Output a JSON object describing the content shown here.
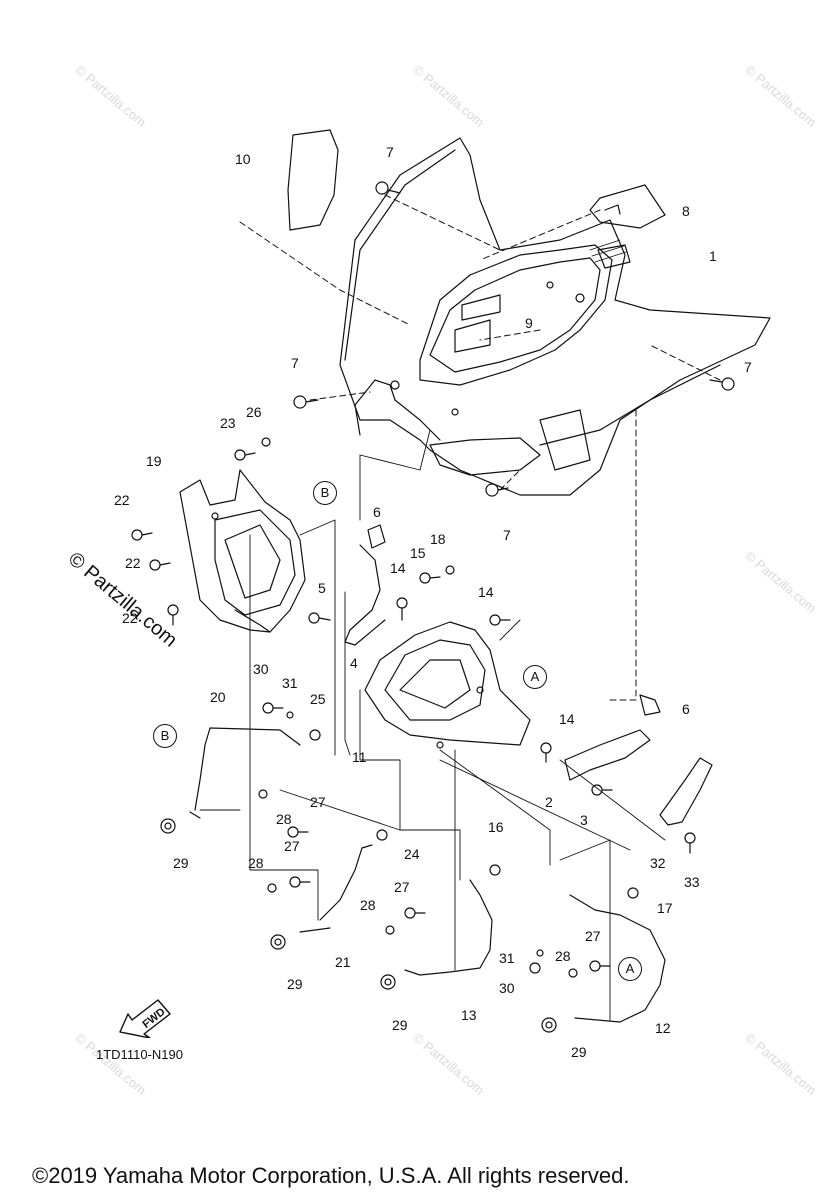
{
  "watermark": "© Partzilla.com",
  "watermark_large": "© Partzilla.com",
  "diagram_code": "1TD1110-N190",
  "fwd_label": "FWD",
  "copyright": "©2019  Yamaha Motor Corporation, U.S.A. All rights reserved.",
  "reference_markers": {
    "a": "A",
    "b": "B"
  },
  "callouts": {
    "p1": "1",
    "p2": "2",
    "p3": "3",
    "p4": "4",
    "p5": "5",
    "p6a": "6",
    "p6b": "6",
    "p7a": "7",
    "p7b": "7",
    "p7c": "7",
    "p7d": "7",
    "p8": "8",
    "p9": "9",
    "p10": "10",
    "p11": "11",
    "p12": "12",
    "p13": "13",
    "p14a": "14",
    "p14b": "14",
    "p14c": "14",
    "p15": "15",
    "p16": "16",
    "p17": "17",
    "p18": "18",
    "p19": "19",
    "p20": "20",
    "p21": "21",
    "p22a": "22",
    "p22b": "22",
    "p22c": "22",
    "p23": "23",
    "p24": "24",
    "p25": "25",
    "p26": "26",
    "p27a": "27",
    "p27b": "27",
    "p27c": "27",
    "p27d": "27",
    "p28a": "28",
    "p28b": "28",
    "p28c": "28",
    "p28d": "28",
    "p29a": "29",
    "p29b": "29",
    "p29c": "29",
    "p29d": "29",
    "p30a": "30",
    "p30b": "30",
    "p31a": "31",
    "p31b": "31",
    "p32": "32",
    "p33": "33"
  }
}
